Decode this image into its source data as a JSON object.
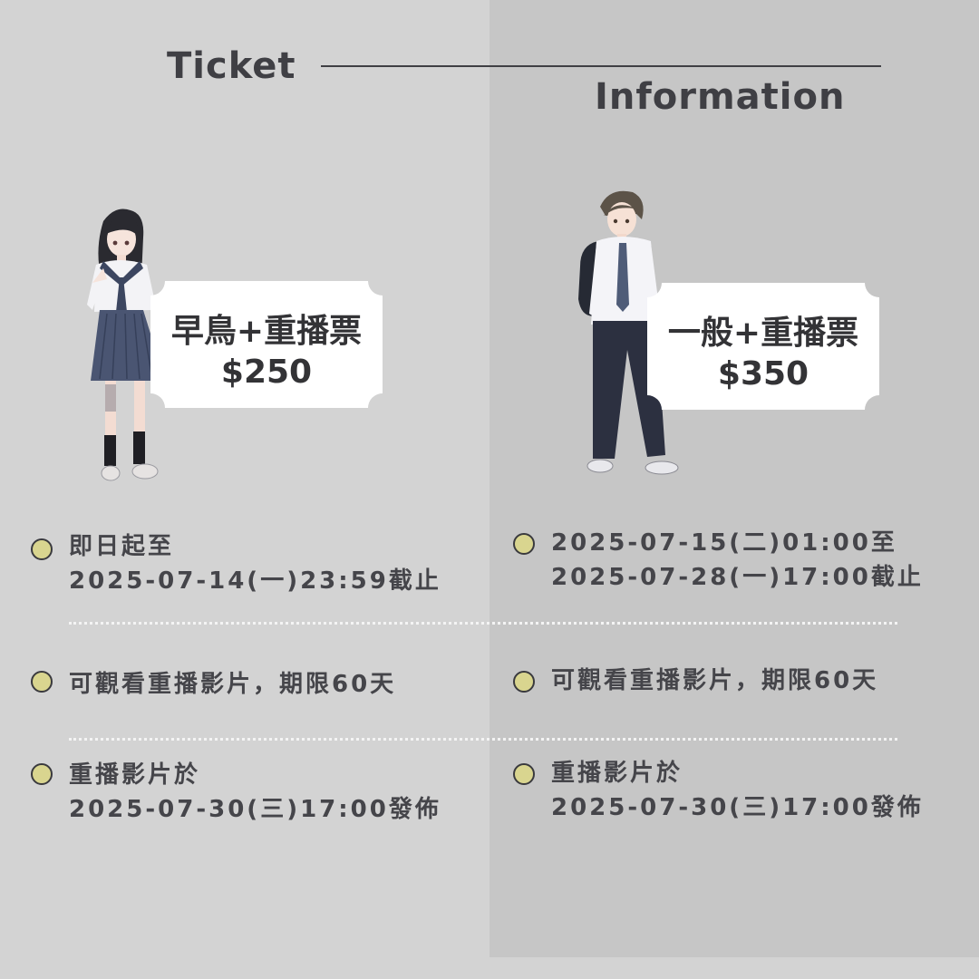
{
  "header": {
    "title_left": "Ticket",
    "title_right": "Information"
  },
  "tickets": [
    {
      "name": "早鳥+重播票",
      "price": "$250",
      "character_icon": "schoolgirl-illustration",
      "period": [
        "即日起至",
        "2025-07-14(一)23:59截止"
      ],
      "replay_access": "可觀看重播影片，期限60天",
      "release": [
        "重播影片於",
        "2025-07-30(三)17:00發佈"
      ]
    },
    {
      "name": "一般+重播票",
      "price": "$350",
      "character_icon": "schoolboy-illustration",
      "period": [
        "2025-07-15(二)01:00至",
        "2025-07-28(一)17:00截止"
      ],
      "replay_access": "可觀看重播影片，期限60天",
      "release": [
        "重播影片於",
        "2025-07-30(三)17:00發佈"
      ]
    }
  ],
  "colors": {
    "background_left": "#d3d3d3",
    "background_right": "#c6c6c6",
    "bullet_fill": "#d9d58f",
    "text": "#45454a",
    "ticket_card": "#ffffff"
  }
}
